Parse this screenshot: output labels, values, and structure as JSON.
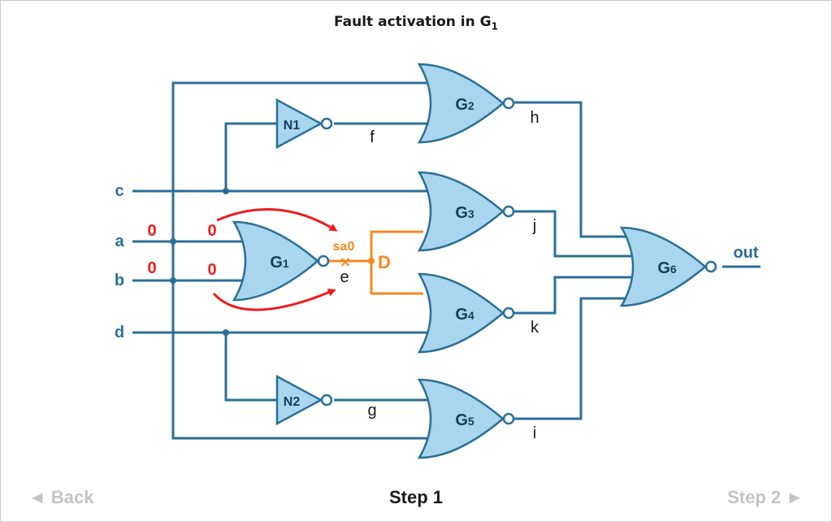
{
  "title": {
    "text": "Fault activation in G",
    "subscript": "1"
  },
  "inputs": {
    "a": "a",
    "b": "b",
    "c": "c",
    "d": "d"
  },
  "output": "out",
  "gates": {
    "g1": {
      "name": "G",
      "sub": "1"
    },
    "g2": {
      "name": "G",
      "sub": "2"
    },
    "g3": {
      "name": "G",
      "sub": "3"
    },
    "g4": {
      "name": "G",
      "sub": "4"
    },
    "g5": {
      "name": "G",
      "sub": "5"
    },
    "g6": {
      "name": "G",
      "sub": "6"
    },
    "n1": "N1",
    "n2": "N2"
  },
  "nets": {
    "e": "e",
    "f": "f",
    "g": "g",
    "h": "h",
    "i": "i",
    "j": "j",
    "k": "k"
  },
  "values": {
    "a_primary": "0",
    "a_gate": "0",
    "b_primary": "0",
    "b_gate": "0"
  },
  "fault": {
    "label": "sa0",
    "marker": "×",
    "effect": "D"
  },
  "nav": {
    "back": "◄ Back",
    "step": "Step 1",
    "next": "Step 2 ►"
  },
  "colors": {
    "wire": "#2b6f96",
    "gate_fill": "#a9d6ee",
    "fault": "#f08a1e",
    "value": "#ee1c1c"
  }
}
